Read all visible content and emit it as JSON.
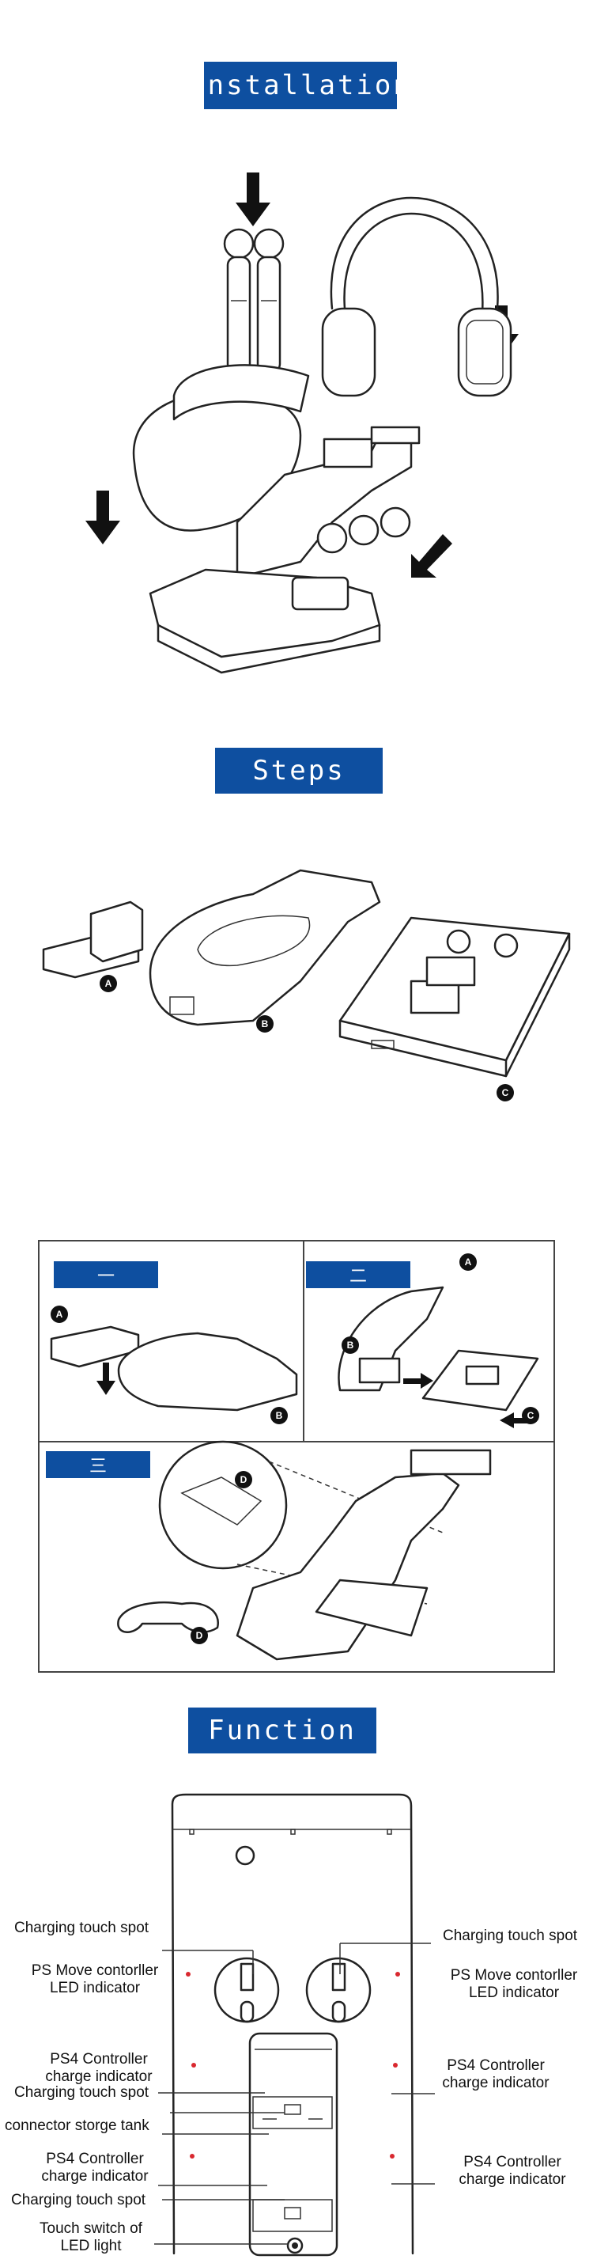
{
  "sections": {
    "installation": "Installation",
    "steps": "Steps",
    "function": "Function"
  },
  "step_badges": [
    "一",
    "二",
    "三"
  ],
  "part_letters": [
    "A",
    "B",
    "C",
    "D"
  ],
  "function_labels": {
    "left": [
      "Charging touch spot",
      "PS Move contorller LED indicator",
      "PS4 Controller charge indicator",
      "Charging touch spot",
      "connector storge tank",
      "PS4 Controller charge indicator",
      "Charging touch spot",
      "Touch switch of LED light"
    ],
    "right": [
      "Charging touch spot",
      "PS Move contorller LED indicator",
      "PS4 Controller charge indicator",
      "PS4 Controller charge indicator"
    ]
  },
  "colors": {
    "accent": "#0e4fa0",
    "indicator": "#d9282f",
    "ink": "#222222"
  }
}
